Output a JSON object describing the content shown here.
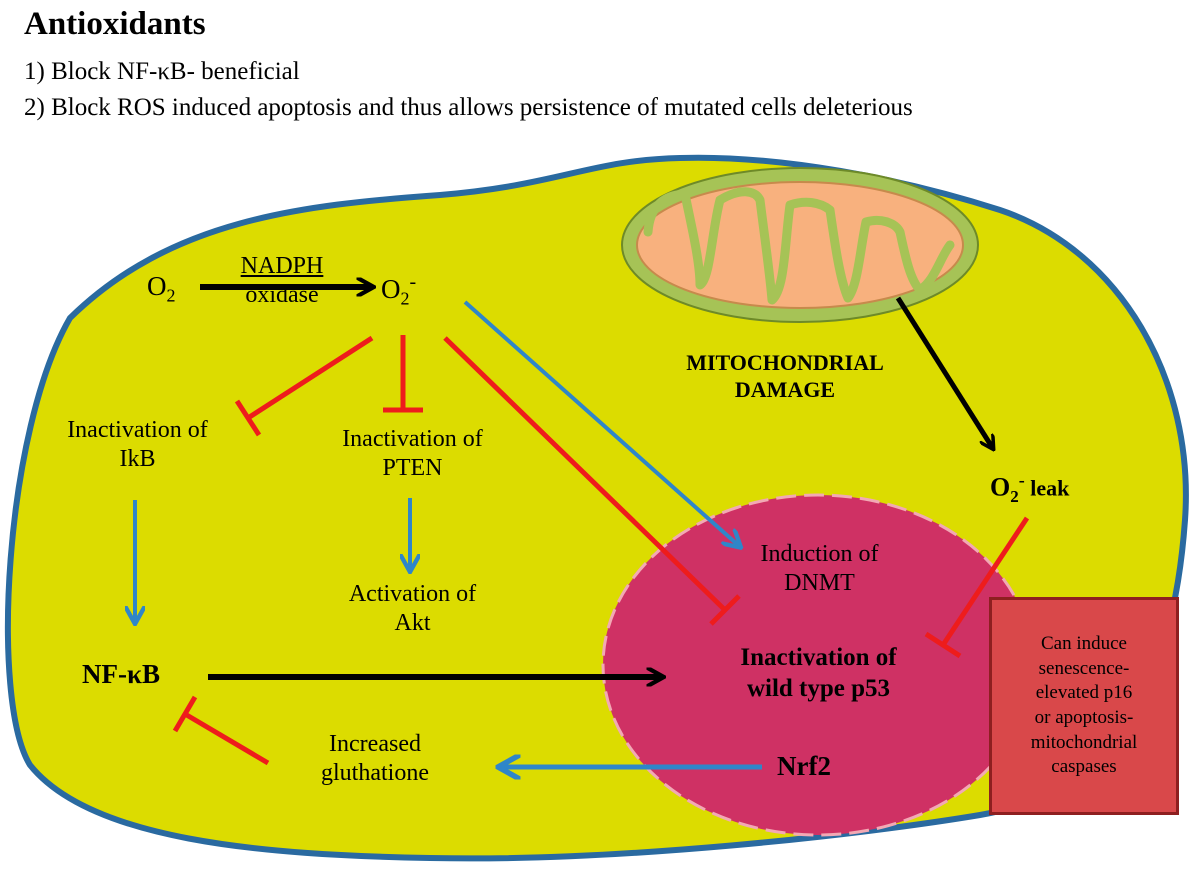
{
  "header": {
    "title": "Antioxidants",
    "point1": "1)  Block NF-κB- beneficial",
    "point2": "2)  Block ROS induced apoptosis and thus allows persistence of mutated cells deleterious"
  },
  "labels": {
    "o2": "O",
    "o2_sub": "2",
    "nadph_line1": "NADPH",
    "nadph_line2": "oxidase",
    "superoxide": "O",
    "superoxide_sub": "2",
    "superoxide_sup": "-",
    "ikb_line1": "Inactivation of",
    "ikb_line2": "IkB",
    "pten_line1": "Inactivation of",
    "pten_line2": "PTEN",
    "akt_line1": "Activation of",
    "akt_line2": "Akt",
    "nfkb": "NF-κB",
    "gluth_line1": "Increased",
    "gluth_line2": "gluthatione",
    "dnmt_line1": "Induction of",
    "dnmt_line2": "DNMT",
    "p53_line1": "Inactivation of",
    "p53_line2": "wild type p53",
    "nrf2": "Nrf2",
    "mito_line1": "MITOCHONDRIAL",
    "mito_line2": "DAMAGE",
    "leak_o": "O",
    "leak_sub": "2",
    "leak_sup": "-",
    "leak_word": " leak",
    "box_line1": "Can induce",
    "box_line2": "senescence-",
    "box_line3": "elevated p16",
    "box_line4": "or apoptosis-",
    "box_line5": "mitochondrial",
    "box_line6": "caspases"
  },
  "colors": {
    "cytoplasm": "#dcdc00",
    "membrane": "#2a6aa0",
    "nucleus": "#cf3164",
    "nucleus_border": "#f2a9b4",
    "mito_outer": "#a6c356",
    "mito_inner": "#f8b17e",
    "activation_arrow": "#2f86c9",
    "inhibition": "#ee1c1c",
    "black_arrow": "#000000",
    "box_fill": "#d9484a"
  }
}
